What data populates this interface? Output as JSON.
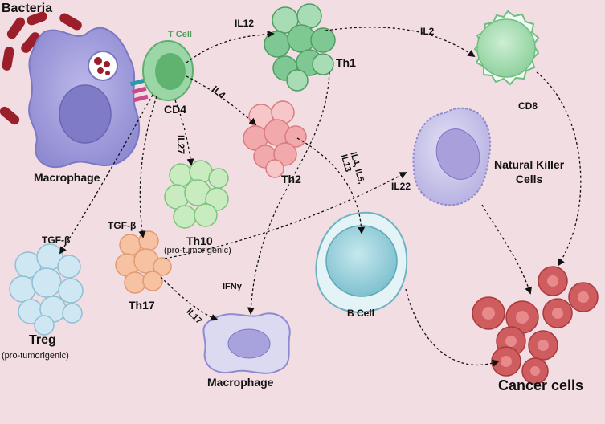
{
  "labels": {
    "bacteria": "Bacteria",
    "t_cell": "T Cell",
    "cd4": "CD4",
    "macrophage_top": "Macrophage",
    "th1": "Th1",
    "th2": "Th2",
    "th10": "Th10",
    "th10_note": "(pro-tumorigenic)",
    "th17": "Th17",
    "treg": "Treg",
    "treg_note": "(pro-tumorigenic)",
    "cd8": "CD8",
    "nk": "Natural Killer\nCells",
    "b_cell": "B Cell",
    "macrophage_bottom": "Macrophage",
    "cancer": "Cancer cells"
  },
  "cytokines": {
    "il12": "IL12",
    "il2": "IL2",
    "il4": "IL4",
    "il27": "IL27",
    "il4_il5_il13": "IL4, IL5,\nIL13",
    "il22": "IL22",
    "tgfb_treg": "TGF-β",
    "tgfb_th17": "TGF-β",
    "ifng": "IFNγ",
    "il17": "IL17"
  },
  "colors": {
    "background": "#f2dde3",
    "macrophage": "#a9a6dc",
    "t_cell": "#8fd19e",
    "th1": "#7fc894",
    "th2": "#f2a9ac",
    "th10": "#c8ecc0",
    "th17": "#f7c2a2",
    "treg": "#cfe7f2",
    "cd8": "#9fdcaa",
    "nk": "#c7c2ea",
    "b_cell": "#8fcbd6",
    "cancer": "#cf5c5e",
    "bacteria": "#9a1f2a"
  }
}
